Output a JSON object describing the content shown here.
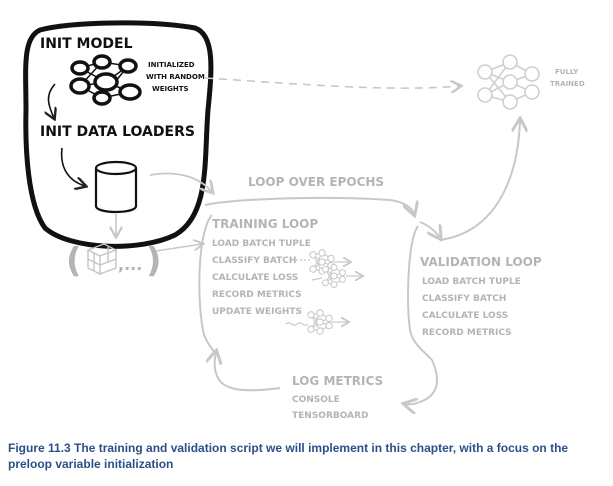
{
  "init_model": {
    "title": "INIT MODEL",
    "note_lines": [
      "INITIALIZED",
      "WITH RANDOM",
      "WEIGHTS"
    ]
  },
  "init_loaders": {
    "title": "INIT DATA LOADERS"
  },
  "batch_tuple": {
    "ellipsis": ",..."
  },
  "trained": {
    "lines": [
      "FULLY",
      "TRAINED"
    ]
  },
  "loop_epochs": "LOOP OVER EPOCHS",
  "training_loop": {
    "title": "TRAINING LOOP",
    "steps": [
      "LOAD BATCH TUPLE",
      "CLASSIFY BATCH",
      "CALCULATE LOSS",
      "RECORD METRICS",
      "UPDATE WEIGHTS"
    ]
  },
  "validation_loop": {
    "title": "VALIDATION LOOP",
    "steps": [
      "LOAD BATCH TUPLE",
      "CLASSIFY BATCH",
      "CALCULATE LOSS",
      "RECORD METRICS"
    ]
  },
  "log_metrics": {
    "title": "LOG METRICS",
    "items": [
      "CONSOLE",
      "TENSORBOARD"
    ]
  },
  "caption": "Figure 11.3 The training and validation script we will implement in this chapter, with a focus on the preloop variable initialization"
}
